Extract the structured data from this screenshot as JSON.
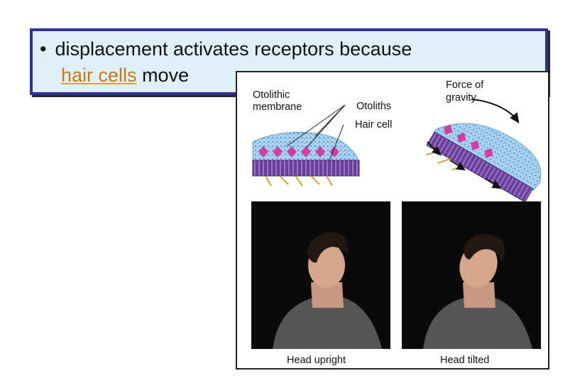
{
  "bullet": {
    "marker": "•",
    "line1": "displacement activates receptors because",
    "highlight": "hair cells",
    "rest": "move"
  },
  "figure": {
    "label_otolithic_1": "Otolithic",
    "label_otolithic_2": "membrane",
    "label_otoliths": "Otoliths",
    "label_hair_cell": "Hair cell",
    "label_force_1": "Force of",
    "label_force_2": "gravity",
    "caption_upright": "Head upright",
    "caption_tilted": "Head tilted"
  },
  "colors": {
    "box_border": "#2f3192",
    "box_fill": "#dff0fb",
    "highlight": "#c7791a",
    "membrane": "#9cc9e6",
    "hair_cell": "#7d4aa8",
    "otolith": "#d33ca0"
  }
}
